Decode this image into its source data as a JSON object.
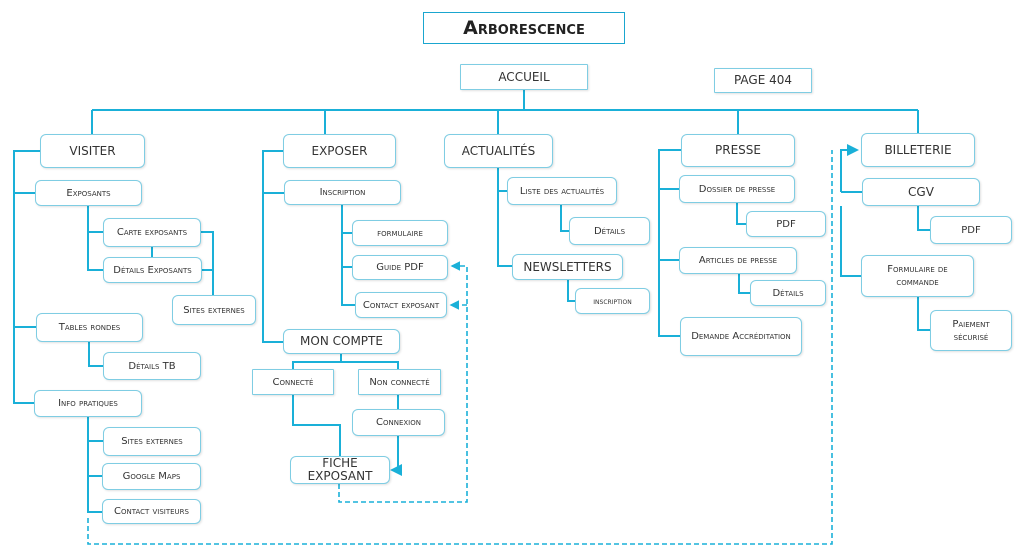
{
  "title": "Arborescence",
  "line_color": "#1ab0d8",
  "nodes": {
    "accueil": "ACCUEIL",
    "page404": "PAGE 404",
    "visiter": "VISITER",
    "exposants": "Exposants",
    "carte_exposants": "Carte exposants",
    "details_exposants": "Détails Exposants",
    "sites_externes_1": "Sites externes",
    "tables_rondes": "Tables rondes",
    "details_tb": "Détails TB",
    "info_pratiques": "Info pratiques",
    "sites_externes_2": "Sites externes",
    "google_maps": "Google Maps",
    "contact_visiteurs": "Contact visiteurs",
    "exposer": "EXPOSER",
    "inscription": "Inscription",
    "formulaire": "formulaire",
    "guide_pdf": "Guide PDF",
    "contact_exposant": "Contact exposant",
    "mon_compte": "MON COMPTE",
    "connecte": "Connecté",
    "non_connecte": "Non connecté",
    "connexion": "Connexion",
    "fiche_exposant": "FICHE EXPOSANT",
    "actualites": "ACTUALITÉS",
    "liste_actualites": "Liste des actualités",
    "details_actu": "Détails",
    "newsletters": "NEWSLETTERS",
    "inscription_nl": "inscription",
    "presse": "PRESSE",
    "dossier_presse": "Dossier de presse",
    "pdf_presse": "PDF",
    "articles_presse": "Articles de presse",
    "details_presse": "Détails",
    "demande_accreditation": "Demande Accréditation",
    "billeterie": "BILLETERIE",
    "cgv": "CGV",
    "pdf_cgv": "PDF",
    "formulaire_commande": "Formulaire de commande",
    "paiement": "Paiement sécurisé"
  }
}
